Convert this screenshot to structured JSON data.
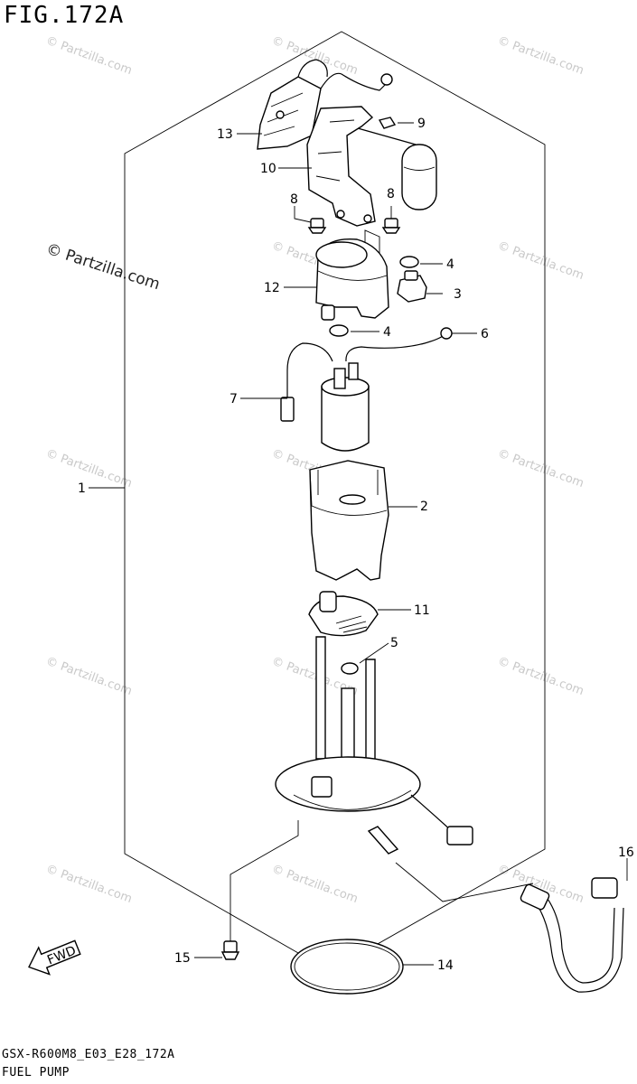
{
  "figure": {
    "title": "FIG.172A",
    "model_code": "GSX-R600M8_E03_E28_172A",
    "subtitle": "FUEL PUMP"
  },
  "watermark": {
    "text": "© Partzilla.com",
    "small_text": "© Partzilla.com"
  },
  "direction": {
    "label": "FWD"
  },
  "callouts": [
    {
      "id": "1",
      "label": "1"
    },
    {
      "id": "2",
      "label": "2"
    },
    {
      "id": "3",
      "label": "3"
    },
    {
      "id": "4a",
      "label": "4"
    },
    {
      "id": "4b",
      "label": "4"
    },
    {
      "id": "5",
      "label": "5"
    },
    {
      "id": "6",
      "label": "6"
    },
    {
      "id": "7",
      "label": "7"
    },
    {
      "id": "8a",
      "label": "8"
    },
    {
      "id": "8b",
      "label": "8"
    },
    {
      "id": "9",
      "label": "9"
    },
    {
      "id": "10",
      "label": "10"
    },
    {
      "id": "11",
      "label": "11"
    },
    {
      "id": "12",
      "label": "12"
    },
    {
      "id": "13",
      "label": "13"
    },
    {
      "id": "14",
      "label": "14"
    },
    {
      "id": "15",
      "label": "15"
    },
    {
      "id": "16",
      "label": "16"
    }
  ]
}
